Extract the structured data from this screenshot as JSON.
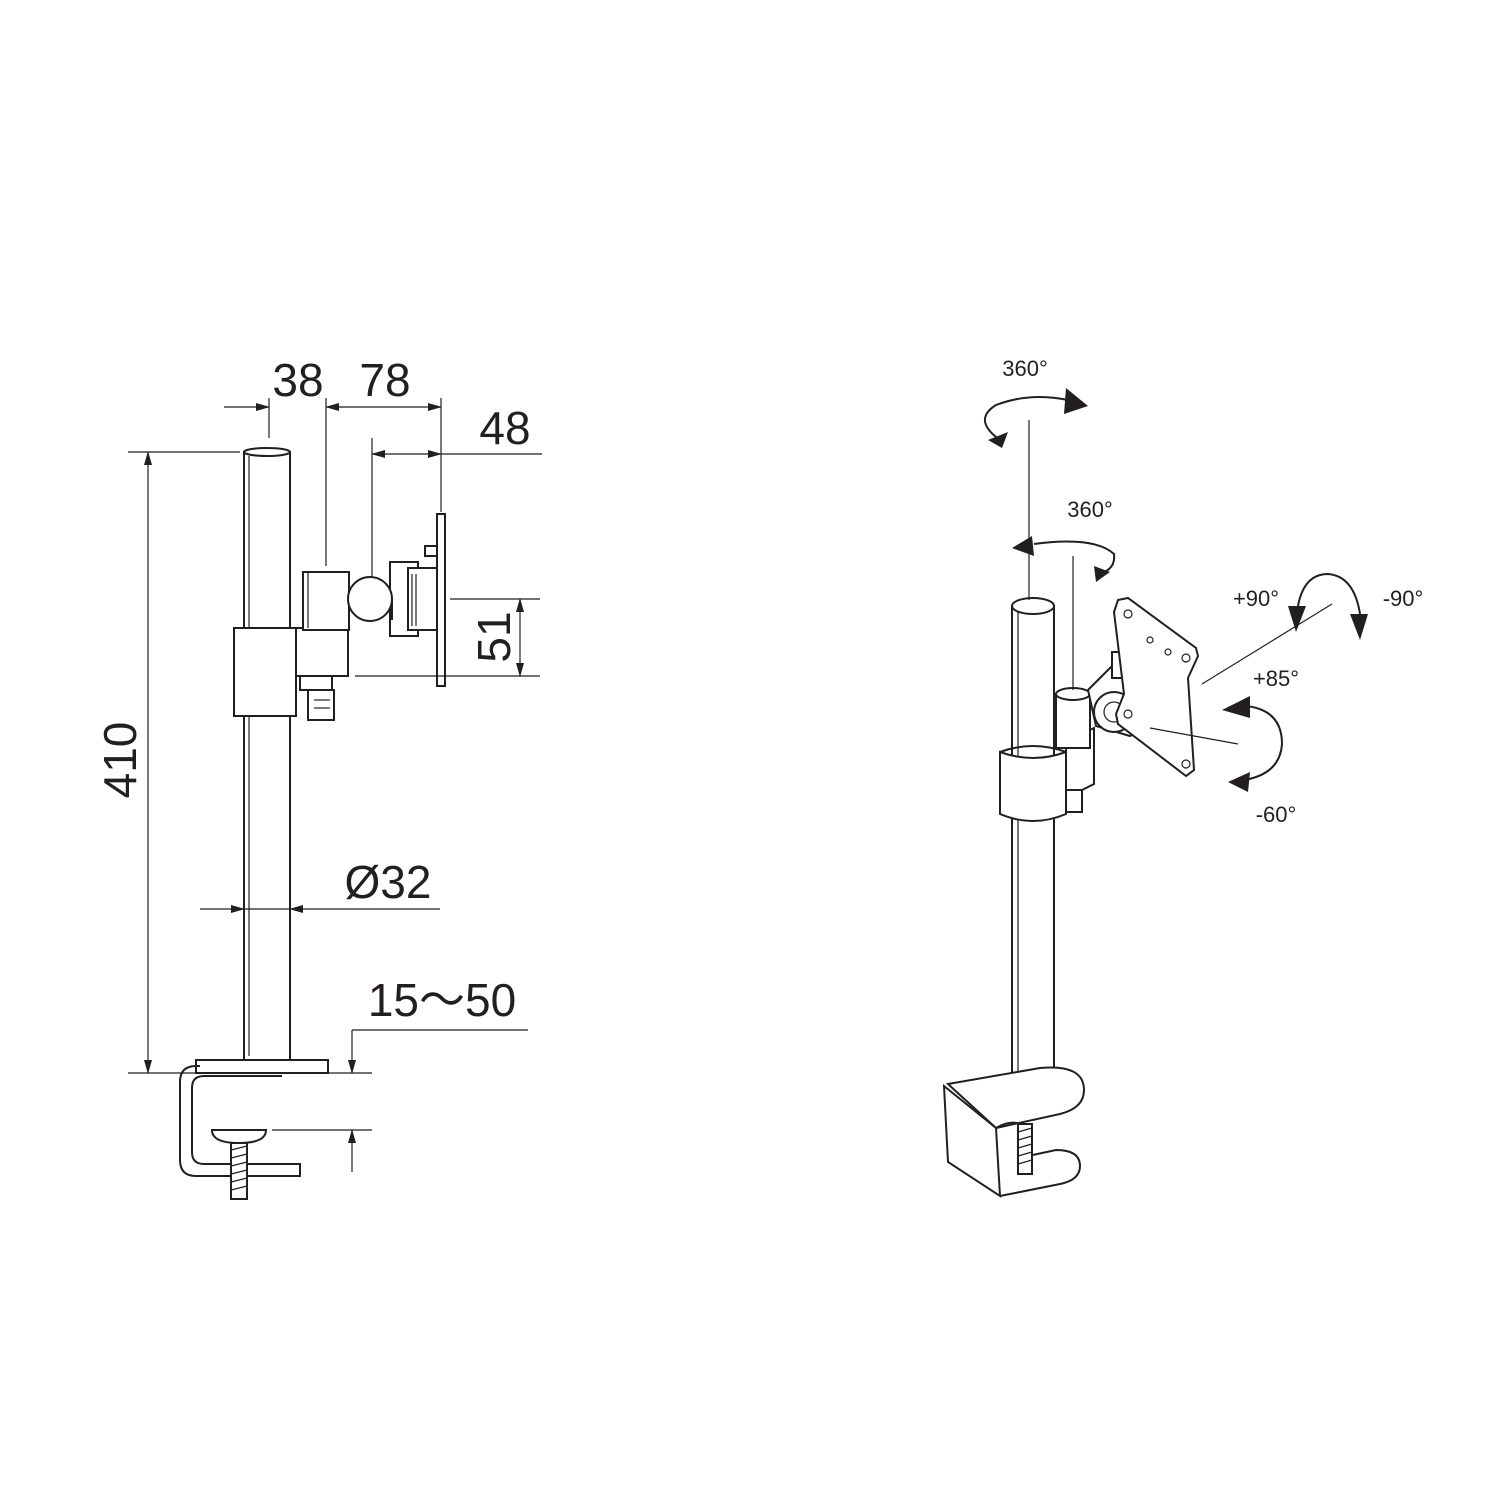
{
  "side_view": {
    "dimensions": {
      "offset_38": "38",
      "offset_78": "78",
      "depth_48": "48",
      "plate_51": "51",
      "height_410": "410",
      "pole_diameter": "Ø32",
      "clamp_range": "15～50"
    }
  },
  "perspective_view": {
    "rotations": {
      "pole_rotation": "360°",
      "arm_rotation": "360°",
      "rotate_plus": "+90°",
      "rotate_minus": "-90°",
      "tilt_plus": "+85°",
      "tilt_minus": "-60°"
    }
  }
}
